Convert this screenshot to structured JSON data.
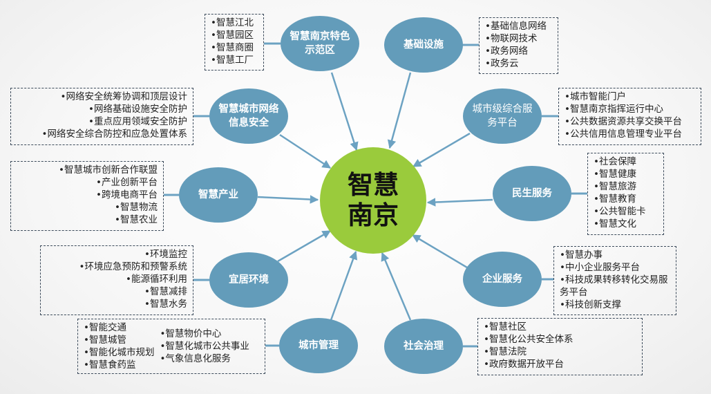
{
  "center": {
    "title": "智慧南京"
  },
  "colors": {
    "node": "#639cba",
    "center": "#9acb3c",
    "line": "#6ca2c2"
  },
  "nodes": [
    {
      "label": "智慧南京特色示范区",
      "items": [
        "•智慧江北",
        "•智慧园区",
        "•智慧商圈",
        "•智慧工厂"
      ]
    },
    {
      "label": "基础设施",
      "items": [
        "•基础信息网络",
        "•物联网技术",
        "•政务网络",
        "•政务云"
      ]
    },
    {
      "label": "智慧城市网络信息安全",
      "items": [
        "•网络安全统筹协调和顶层设计",
        "•网络基础设施安全防护",
        "•重点应用领域安全防护",
        "•网络安全综合防控和应急处置体系"
      ]
    },
    {
      "label": "城市级综合服务平台",
      "items": [
        "•城市智能门户",
        "•智慧南京指挥运行中心",
        "•公共数据资源共享交换平台",
        "•公共信用信息管理专业平台"
      ]
    },
    {
      "label": "智慧产业",
      "items": [
        "•智慧城市创新合作联盟",
        "•产业创新平台",
        "•跨境电商平台",
        "•智慧物流",
        "•智慧农业"
      ]
    },
    {
      "label": "民生服务",
      "items": [
        "•社会保障",
        "•智慧健康",
        "•智慧旅游",
        "•智慧教育",
        "•公共智能卡",
        "•智慧文化"
      ]
    },
    {
      "label": "宜居环境",
      "items": [
        "•环境监控",
        "•环境应急预防和预警系统",
        "•能源循环利用",
        "•智慧减排",
        "•智慧水务"
      ]
    },
    {
      "label": "企业服务",
      "items": [
        "•智慧办事",
        "•中小企业服务平台",
        "•科技成果转移转化交易服务平台",
        "•科技创新支撑"
      ]
    },
    {
      "label": "城市管理",
      "items": [
        "•智能交通",
        "•智慧城管",
        "•智能化城市规划",
        "•智慧食药监"
      ],
      "items2": [
        "•智慧物价中心",
        "•智慧化城市公共事业",
        "•气象信息化服务"
      ]
    },
    {
      "label": "社会治理",
      "items": [
        "•智慧社区",
        "•智慧化公共安全体系",
        "•智慧法院",
        "•政府数据开放平台"
      ]
    }
  ]
}
